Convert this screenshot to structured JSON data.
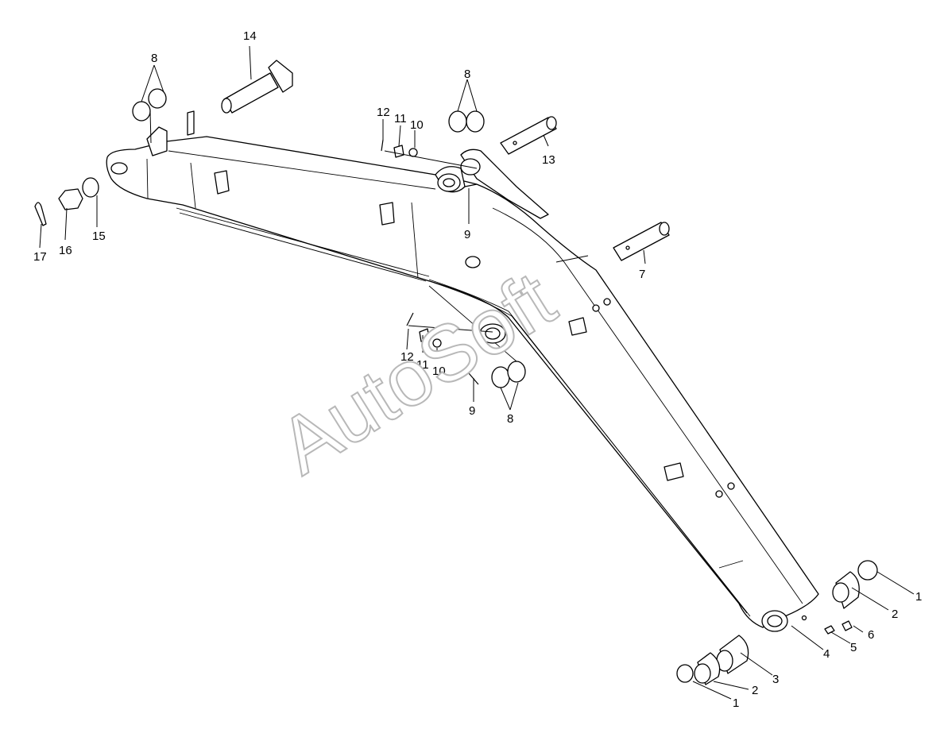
{
  "callouts": {
    "c1a": "1",
    "c1b": "1",
    "c2a": "2",
    "c2b": "2",
    "c3": "3",
    "c4": "4",
    "c5": "5",
    "c6": "6",
    "c7": "7",
    "c8a": "8",
    "c8b": "8",
    "c8c": "8",
    "c9a": "9",
    "c9b": "9",
    "c10a": "10",
    "c10b": "10",
    "c11a": "11",
    "c11b": "11",
    "c12a": "12",
    "c12b": "12",
    "c13": "13",
    "c14": "14",
    "c15": "15",
    "c16": "16",
    "c17": "17"
  },
  "watermark": "AutoSoft",
  "corner_mark": "",
  "colors": {
    "line": "#000000",
    "watermark_stroke": "#b8b8b8",
    "corner_mark": "#1e3cc8"
  }
}
